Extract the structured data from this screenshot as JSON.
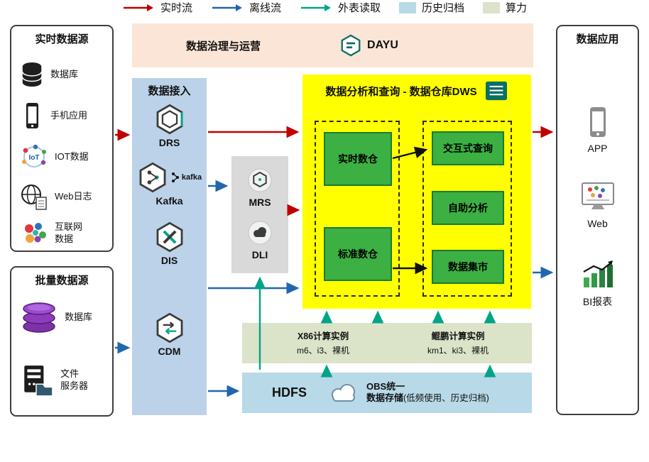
{
  "governance": {
    "title": "数据治理与运营",
    "product": "DAYU"
  },
  "realtime_sources": {
    "title": "实时数据源",
    "items": [
      {
        "label": "数据库"
      },
      {
        "label": "手机应用"
      },
      {
        "label": "IOT数据"
      },
      {
        "label": "Web日志"
      },
      {
        "label": "互联网\n数据"
      }
    ]
  },
  "batch_sources": {
    "title": "批量数据源",
    "items": [
      {
        "label": "数据库"
      },
      {
        "label": "文件\n服务器"
      }
    ]
  },
  "ingestion": {
    "title": "数据接入",
    "kafka_logo": "kafka",
    "items": [
      {
        "label": "DRS"
      },
      {
        "label": "Kafka"
      },
      {
        "label": "DIS"
      },
      {
        "label": "CDM"
      }
    ]
  },
  "processing": {
    "items": [
      {
        "label": "MRS"
      },
      {
        "label": "DLI"
      }
    ]
  },
  "dws": {
    "title": "数据分析和查询 - 数据仓库DWS",
    "left": [
      {
        "label": "实时数仓"
      },
      {
        "label": "标准数仓"
      }
    ],
    "right": [
      {
        "label": "交互式查询"
      },
      {
        "label": "自助分析"
      },
      {
        "label": "数据集市"
      }
    ]
  },
  "compute": {
    "x86_title": "X86计算实例",
    "x86_sub": "m6、i3、裸机",
    "kunpeng_title": "鲲鹏计算实例",
    "kunpeng_sub": "km1、ki3、裸机"
  },
  "storage": {
    "hdfs": "HDFS",
    "obs_line1": "OBS统一",
    "obs_line2": "数据存储",
    "obs_note": "(低频使用、历史归档)"
  },
  "applications": {
    "title": "数据应用",
    "items": [
      {
        "label": "APP"
      },
      {
        "label": "Web"
      },
      {
        "label": "BI报表"
      }
    ]
  },
  "legend": {
    "realtime": "实时流",
    "offline": "离线流",
    "external": "外表读取",
    "archive": "历史归档",
    "compute_power": "算力"
  },
  "colors": {
    "realtime_flow": "#c00000",
    "offline_flow": "#2167ae",
    "external_read": "#00a487",
    "archive_fill": "#b7d9e8",
    "compute_fill": "#dbe3c8",
    "warehouse_fill": "#ffff00",
    "node_fill": "#3cb043"
  }
}
